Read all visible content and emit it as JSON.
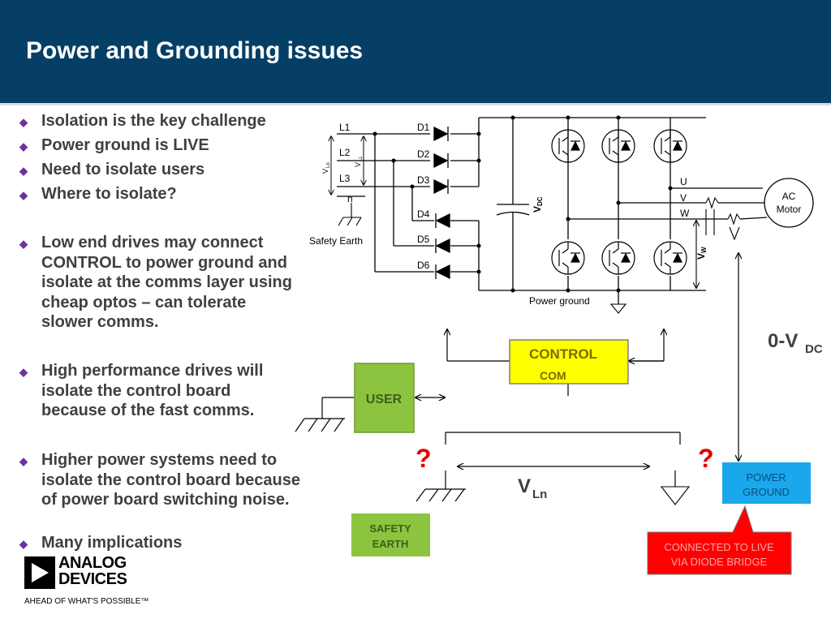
{
  "slide": {
    "title": "Power and Grounding issues",
    "bullets": [
      "Isolation is the key challenge",
      "Power ground is LIVE",
      "Need to isolate users",
      "Where to isolate?",
      "Low end drives may connect\nCONTROL to power ground and\nisolate at the comms layer using\ncheap optos –  can tolerate\nslower comms.",
      "High performance drives will\nisolate the control board\nbecause of the fast comms.",
      "Higher power systems need to\nisolate the control board because\nof power board switching noise.",
      "Many implications"
    ]
  },
  "diagram": {
    "phase_l1": "L1",
    "phase_l2": "L2",
    "phase_l3": "L3",
    "neutral": "n",
    "vln_small": "V",
    "vln_small_sub": "Ln",
    "vll_small": "V",
    "vll_small_sub": "LL",
    "diodes": [
      "D1",
      "D2",
      "D3",
      "D4",
      "D5",
      "D6"
    ],
    "safety_earth_label": "Safety Earth",
    "vdc_label": "V",
    "vdc_sub": "DC",
    "power_ground_label": "Power ground",
    "out_u": "U",
    "out_v": "V",
    "out_w": "W",
    "vw_label": "V",
    "vw_sub": "W",
    "motor_line1": "AC",
    "motor_line2": "Motor",
    "control_line1": "CONTROL",
    "control_line2": "COM",
    "user_label": "USER",
    "safety_earth_box_line1": "SAFETY",
    "safety_earth_box_line2": "EARTH",
    "power_ground_box_line1": "POWER",
    "power_ground_box_line2": "GROUND",
    "callout_line1": "CONNECTED TO LIVE",
    "callout_line2": "VIA DIODE BRIDGE",
    "question_mark": "?",
    "vln_big": "V",
    "vln_big_sub": "Ln",
    "zero_vdc": "0-V",
    "zero_vdc_sub": "DC"
  },
  "logo": {
    "line1": "ANALOG",
    "line2": "DEVICES",
    "tagline": "AHEAD OF WHAT'S POSSIBLE™"
  },
  "colors": {
    "header": "#063f66",
    "bullet_mark": "#7030a0",
    "control_box": "#ffff00",
    "user_box": "#8cc43f",
    "power_ground_box": "#1aa7ec",
    "callout": "#ff0000",
    "question": "#e00000"
  }
}
